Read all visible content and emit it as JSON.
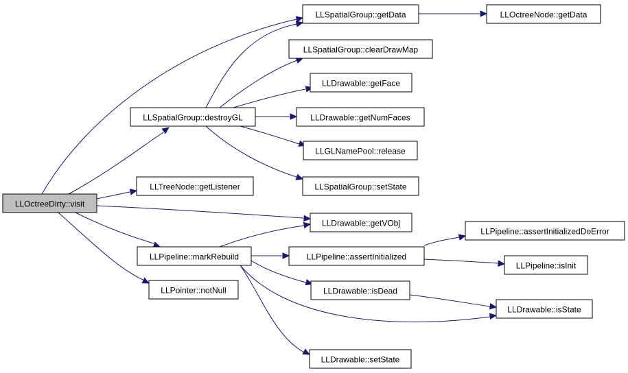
{
  "diagram": {
    "type": "call-graph",
    "nodes": [
      {
        "id": "visit",
        "label": "LLOctreeDirty::visit",
        "root": true
      },
      {
        "id": "getData_sg",
        "label": "LLSpatialGroup::getData"
      },
      {
        "id": "getData_on",
        "label": "LLOctreeNode::getData"
      },
      {
        "id": "clearDrawMap",
        "label": "LLSpatialGroup::clearDrawMap"
      },
      {
        "id": "getFace",
        "label": "LLDrawable::getFace"
      },
      {
        "id": "destroyGL",
        "label": "LLSpatialGroup::destroyGL"
      },
      {
        "id": "getNumFaces",
        "label": "LLDrawable::getNumFaces"
      },
      {
        "id": "release",
        "label": "LLGLNamePool::release"
      },
      {
        "id": "setState_sg",
        "label": "LLSpatialGroup::setState"
      },
      {
        "id": "getListener",
        "label": "LLTreeNode::getListener"
      },
      {
        "id": "getVObj",
        "label": "LLDrawable::getVObj"
      },
      {
        "id": "assertInitDoErr",
        "label": "LLPipeline::assertInitializedDoError"
      },
      {
        "id": "markRebuild",
        "label": "LLPipeline::markRebuild"
      },
      {
        "id": "assertInit",
        "label": "LLPipeline::assertInitialized"
      },
      {
        "id": "isInit",
        "label": "LLPipeline::isInit"
      },
      {
        "id": "notNull",
        "label": "LLPointer::notNull"
      },
      {
        "id": "isDead",
        "label": "LLDrawable::isDead"
      },
      {
        "id": "isState",
        "label": "LLDrawable::isState"
      },
      {
        "id": "setState_d",
        "label": "LLDrawable::setState"
      }
    ],
    "edges": [
      {
        "from": "visit",
        "to": "getData_sg"
      },
      {
        "from": "visit",
        "to": "destroyGL"
      },
      {
        "from": "visit",
        "to": "getListener"
      },
      {
        "from": "visit",
        "to": "getVObj"
      },
      {
        "from": "visit",
        "to": "markRebuild"
      },
      {
        "from": "visit",
        "to": "notNull"
      },
      {
        "from": "getData_sg",
        "to": "getData_on"
      },
      {
        "from": "destroyGL",
        "to": "getData_sg"
      },
      {
        "from": "destroyGL",
        "to": "clearDrawMap"
      },
      {
        "from": "destroyGL",
        "to": "getFace"
      },
      {
        "from": "destroyGL",
        "to": "getNumFaces"
      },
      {
        "from": "destroyGL",
        "to": "release"
      },
      {
        "from": "destroyGL",
        "to": "setState_sg"
      },
      {
        "from": "markRebuild",
        "to": "getVObj"
      },
      {
        "from": "markRebuild",
        "to": "assertInit"
      },
      {
        "from": "markRebuild",
        "to": "isDead"
      },
      {
        "from": "markRebuild",
        "to": "isState"
      },
      {
        "from": "markRebuild",
        "to": "setState_d"
      },
      {
        "from": "assertInit",
        "to": "assertInitDoErr"
      },
      {
        "from": "assertInit",
        "to": "isInit"
      },
      {
        "from": "isDead",
        "to": "isState"
      }
    ]
  },
  "colors": {
    "edge": "#191970",
    "root_fill": "#bfbfbf",
    "node_fill": "#ffffff",
    "node_border": "#000000"
  }
}
